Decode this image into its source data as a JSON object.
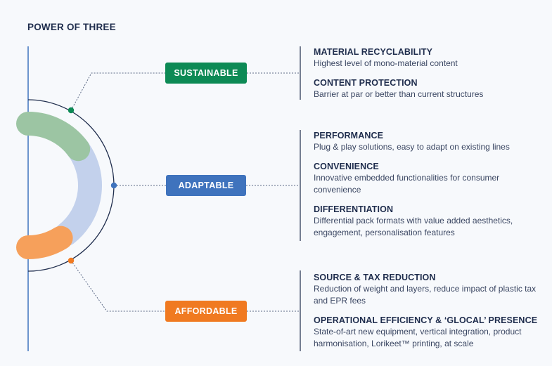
{
  "title": "POWER OF THREE",
  "colors": {
    "navy": "#1f2d4d",
    "sustainable": "#0d8a55",
    "adaptable": "#3f73bd",
    "affordable": "#f07a21",
    "ring_green": "#9cc5a3",
    "ring_blue": "#c3d1ec",
    "ring_orange": "#f6a05b",
    "connector": "#5c6a86"
  },
  "pillars": [
    {
      "label": "SUSTAINABLE",
      "color": "#0d8a55",
      "items": [
        {
          "heading": "MATERIAL RECYCLABILITY",
          "description": "Highest level of mono-material content"
        },
        {
          "heading": "CONTENT PROTECTION",
          "description": "Barrier at par or better than current structures"
        }
      ]
    },
    {
      "label": "ADAPTABLE",
      "color": "#3f73bd",
      "items": [
        {
          "heading": "PERFORMANCE",
          "description": "Plug & play solutions, easy to adapt on existing lines"
        },
        {
          "heading": "CONVENIENCE",
          "description": "Innovative embedded functionalities for consumer convenience"
        },
        {
          "heading": "DIFFERENTIATION",
          "description": "Differential pack formats with value added aesthetics, engagement, personalisation features"
        }
      ]
    },
    {
      "label": "AFFORDABLE",
      "color": "#f07a21",
      "items": [
        {
          "heading": "SOURCE & TAX REDUCTION",
          "description": "Reduction of weight and layers, reduce impact of plastic tax and EPR fees"
        },
        {
          "heading": "OPERATIONAL EFFICIENCY & ‘GLOCAL’ PRESENCE",
          "description": "State-of-art new equipment, vertical integration, product harmonisation, Lorikeet™ printing, at scale"
        }
      ]
    }
  ]
}
